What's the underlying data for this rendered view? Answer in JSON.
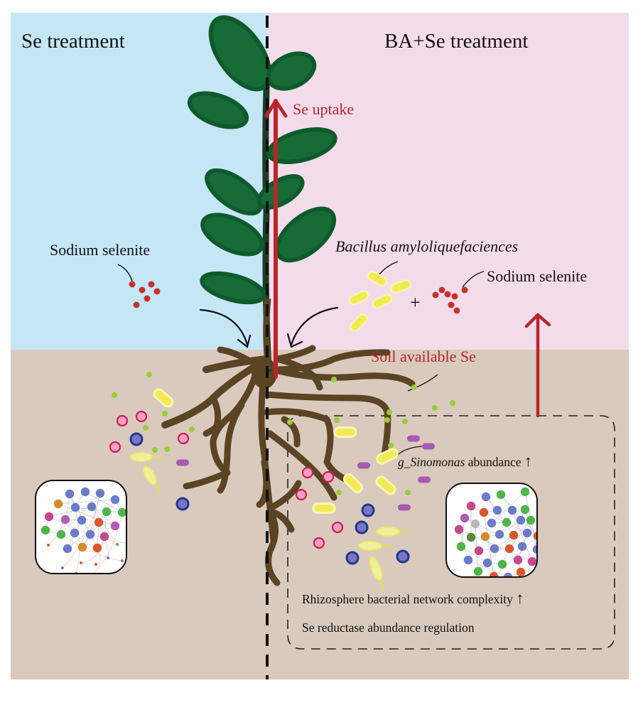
{
  "panels": {
    "left": {
      "title": "Se treatment",
      "sky_color": "#c5e6f5"
    },
    "right": {
      "title": "BA+Se treatment",
      "sky_color": "#f3dcea"
    },
    "soil_color": "#d9cabd"
  },
  "labels": {
    "se_uptake": "Se uptake",
    "sodium_selenite_left": "Sodium selenite",
    "bacillus": "Bacillus amyloliquefaciences",
    "plus": "+",
    "sodium_selenite_right": "Sodium selenite",
    "soil_available_se": "Soil available Se",
    "sinomonas_prefix": "g_",
    "sinomonas_genus": "Sinomonas",
    "sinomonas_suffix": " abundance",
    "network_complexity": "Rhizosphere bacterial network complexity",
    "reductase": "Se reductase abundance regulation",
    "up_arrow_glyph": "↑"
  },
  "colors": {
    "leaf": "#166b37",
    "leaf_edge": "#0f5a2c",
    "stem": "#5b4424",
    "arrow_red": "#b8262c",
    "selenite_dot": "#c8302c",
    "bacillus": "#f2ea55",
    "bacillus_edge": "#fbf6b0",
    "lime_dot": "#9ccc3a",
    "pink_cell": "#f4a0c4",
    "pink_cell_edge": "#d01e55",
    "blue_cell": "#7c74c2",
    "blue_cell_edge": "#1d3a8f",
    "purple_rod": "#a859b0",
    "flagellate": "#eef0a0",
    "network_nodes": [
      "#6a7bc8",
      "#4fb54a",
      "#d9572e",
      "#c5488a",
      "#b35db0",
      "#cf8e2a",
      "#b8b8b8",
      "#5d8a3a"
    ]
  },
  "networks": {
    "left": {
      "description": "sparser network (Se treatment)",
      "node_count": 27
    },
    "right": {
      "description": "denser network (BA+Se treatment)",
      "node_count": 36
    }
  }
}
